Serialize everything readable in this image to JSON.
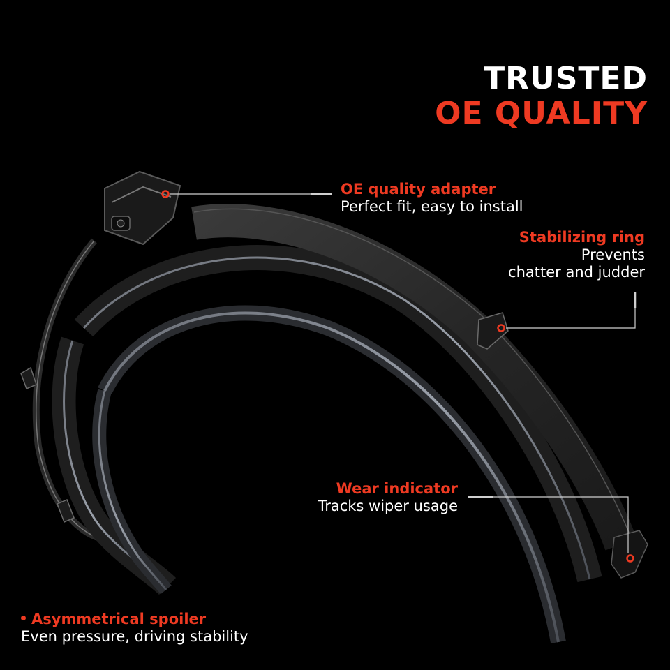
{
  "headline": {
    "line1": "TRUSTED",
    "line2": "OE QUALITY"
  },
  "callouts": {
    "adapter": {
      "title": "OE quality adapter",
      "description": "Perfect fit, easy to install"
    },
    "ring": {
      "title": "Stabilizing ring",
      "description_line1": "Prevents",
      "description_line2": "chatter and judder"
    },
    "wear": {
      "title": "Wear indicator",
      "description": "Tracks wiper usage"
    },
    "spoiler": {
      "title": "Asymmetrical spoiler",
      "description": "Even pressure, driving stability"
    }
  },
  "colors": {
    "background": "#000000",
    "accent": "#ee3a22",
    "text": "#ffffff"
  },
  "icons": [
    "adapter-marker-icon",
    "ring-marker-icon",
    "wear-marker-icon",
    "spoiler-bullet-icon"
  ]
}
